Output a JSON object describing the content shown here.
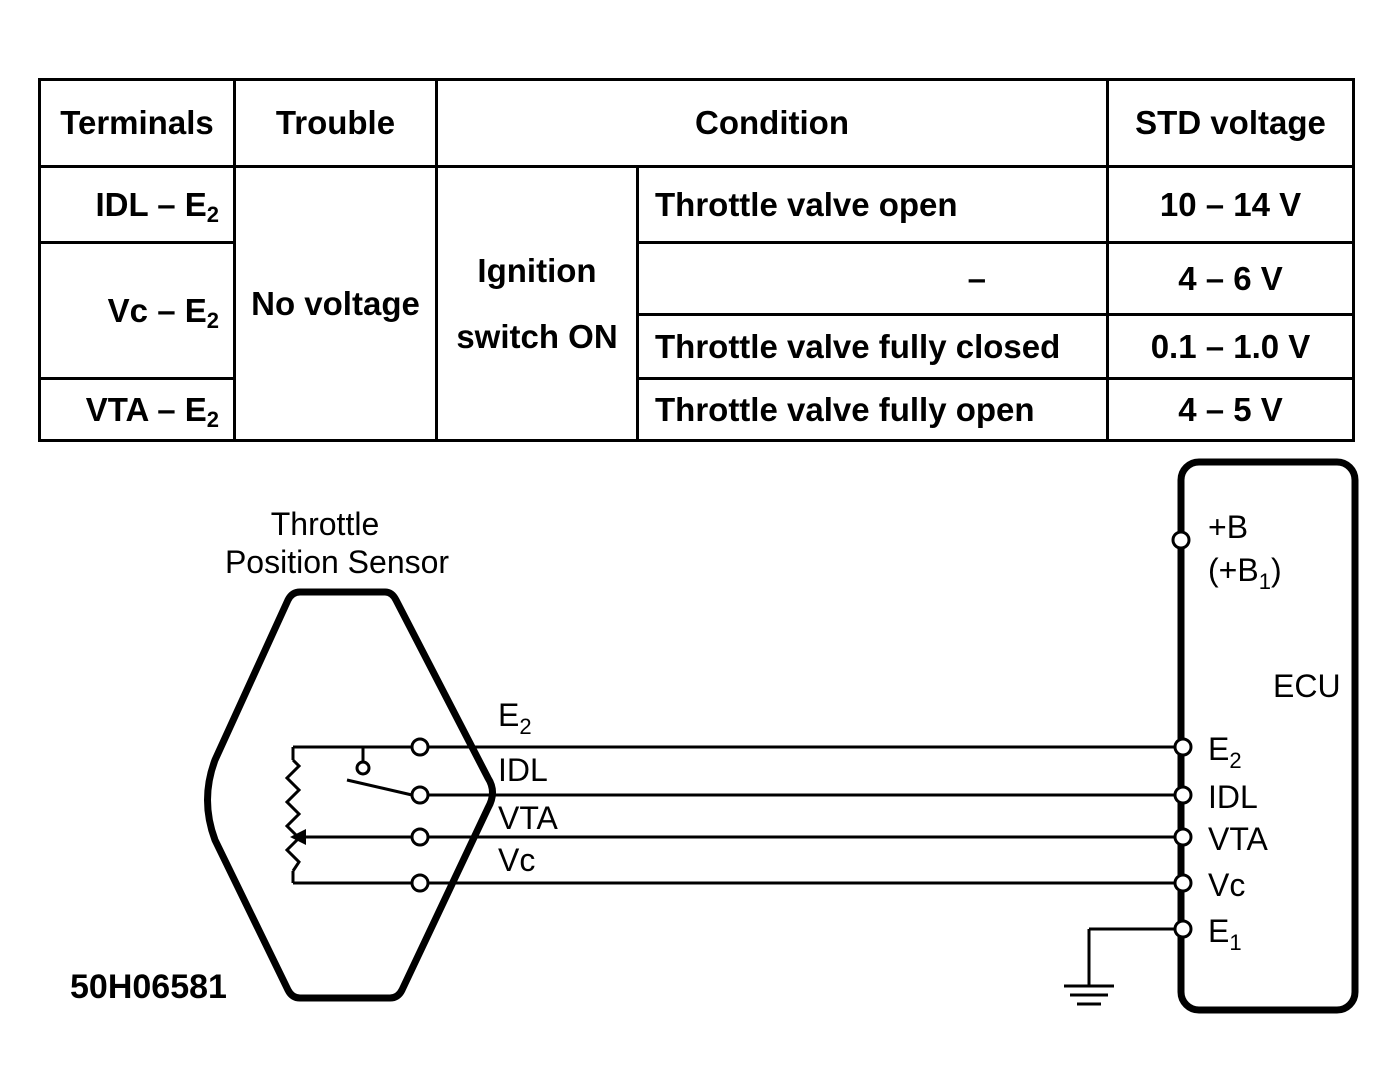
{
  "table": {
    "headers": {
      "terminals": "Terminals",
      "trouble": "Trouble",
      "condition": "Condition",
      "std_voltage": "STD voltage"
    },
    "rows": [
      {
        "terminal": "IDL – E",
        "terminal_sub": "2",
        "condition": "Throttle valve open",
        "voltage": "10 – 14 V"
      },
      {
        "terminal": "Vc – E",
        "terminal_sub": "2",
        "condition": "–",
        "voltage": "4 – 6 V"
      },
      {
        "terminal": "",
        "terminal_sub": "",
        "condition": "Throttle valve fully closed",
        "voltage": "0.1 – 1.0 V"
      },
      {
        "terminal": "VTA – E",
        "terminal_sub": "2",
        "condition": "Throttle valve fully open",
        "voltage": "4 – 5 V"
      }
    ],
    "trouble": "No voltage",
    "ignition_line1": "Ignition",
    "ignition_line2": "switch ON"
  },
  "diagram": {
    "sensor_title_line1": "Throttle",
    "sensor_title_line2": "Position Sensor",
    "sensor_terminals": [
      {
        "name": "E",
        "sub": "2"
      },
      {
        "name": "IDL",
        "sub": ""
      },
      {
        "name": "VTA",
        "sub": ""
      },
      {
        "name": "Vc",
        "sub": ""
      }
    ],
    "ecu_label": "ECU",
    "ecu_b_label": "+B",
    "ecu_b_alt_prefix": "(+B",
    "ecu_b_alt_sub": "1",
    "ecu_b_alt_suffix": ")",
    "ecu_terminals": [
      {
        "name": "E",
        "sub": "2"
      },
      {
        "name": "IDL",
        "sub": ""
      },
      {
        "name": "VTA",
        "sub": ""
      },
      {
        "name": "Vc",
        "sub": ""
      },
      {
        "name": "E",
        "sub": "1"
      }
    ],
    "figure_code": "50H06581"
  }
}
